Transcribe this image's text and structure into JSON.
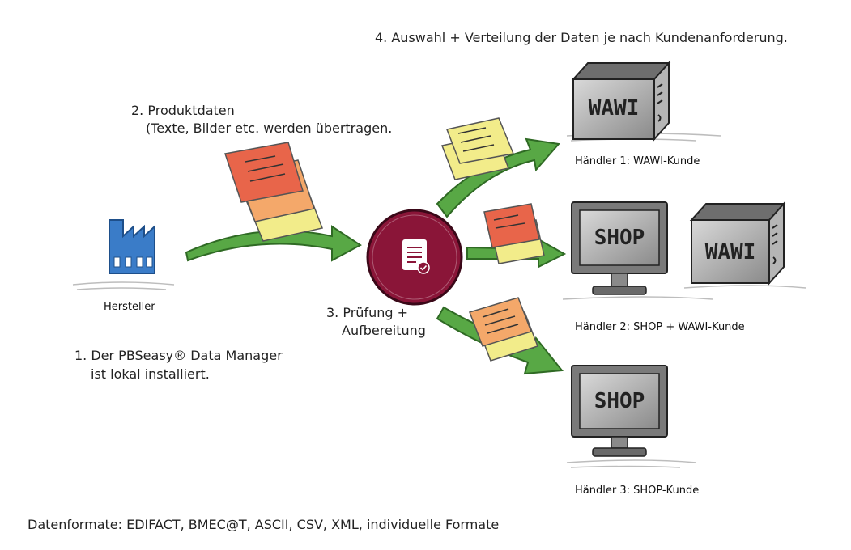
{
  "steps": {
    "step1_line1": "1. Der PBSeasy® Data Manager",
    "step1_line2": "ist lokal installiert.",
    "step2_line1": "2. Produktdaten",
    "step2_line2": "(Texte, Bilder etc. werden übertragen.",
    "step3_line1": "3. Prüfung +",
    "step3_line2": "Aufbereitung",
    "step4": "4. Auswahl + Verteilung der Daten je nach Kundenanforderung."
  },
  "nodes": {
    "manufacturer": "Hersteller",
    "dealer1": "Händler 1: WAWI-Kunde",
    "dealer2": "Händler 2: SHOP + WAWI-Kunde",
    "dealer3": "Händler 3: SHOP-Kunde"
  },
  "device_labels": {
    "wawi": "WAWI",
    "shop": "SHOP"
  },
  "footer": "Datenformate: EDIFACT, BMEC@T, ASCII, CSV, XML, individuelle Formate",
  "colors": {
    "arrow": "#58a845",
    "hub": "#8a1538",
    "factory": "#3a7cc8",
    "doc_red": "#e8654a",
    "doc_orange": "#f4a86a",
    "doc_yellow": "#f2ec8a",
    "device_grey": "#8c8c8c"
  }
}
